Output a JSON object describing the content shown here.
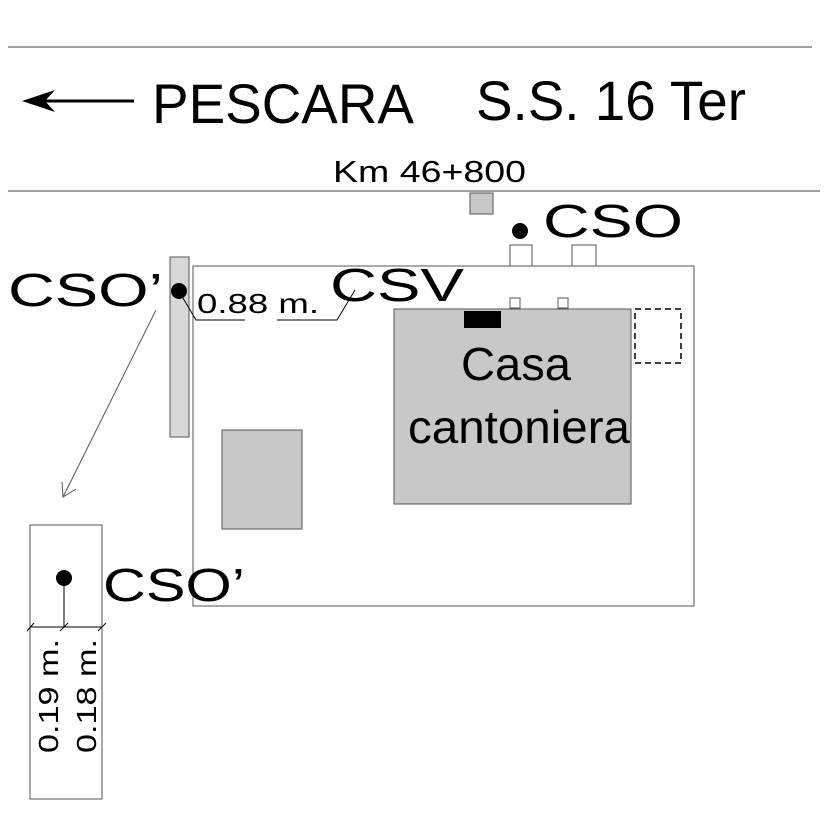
{
  "road": {
    "direction": "PESCARA",
    "name": "S.S. 16 Ter",
    "km": "Km 46+800"
  },
  "labels": {
    "cso_top": "CSO",
    "cso_left": "CSO’",
    "csv": "CSV",
    "measure_top": "0.88 m.",
    "house": [
      "Casa",
      "cantoniera"
    ],
    "cso_detail": "CSO’",
    "measure_a": "0.19 m.",
    "measure_b": "0.18 m."
  },
  "colors": {
    "building_fill": "#c8c8c8",
    "line": "#000000",
    "marker_dark": "#000000"
  }
}
